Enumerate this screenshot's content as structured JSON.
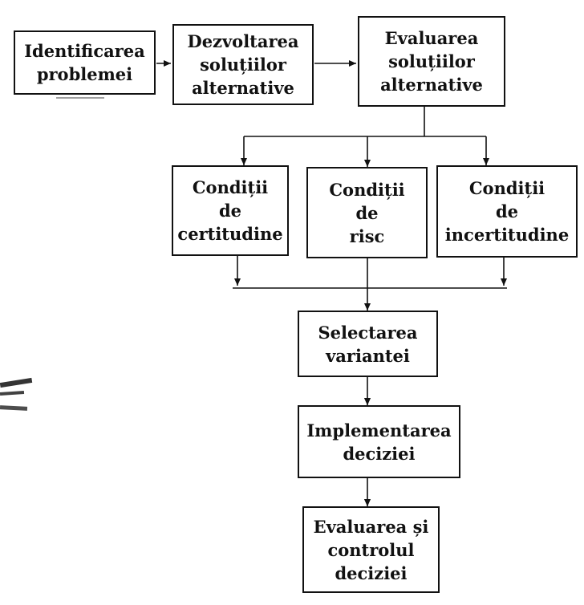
{
  "diagram": {
    "nodes": {
      "identify_problem": "Identificarea\nproblemei",
      "develop_solutions": "Dezvoltarea\nsoluțiilor\nalternative",
      "evaluate_solutions": "Evaluarea\nsoluțiilor\nalternative",
      "certainty": "Condiții\nde\ncertitudine",
      "risk": "Condiții\nde\nrisc",
      "uncertainty": "Condiții\nde\nincertitudine",
      "select_option": "Selectarea\nvariantei",
      "implement_decision": "Implementarea\ndeciziei",
      "evaluate_control": "Evaluarea și\ncontrolul\ndeciziei"
    },
    "edges": [
      {
        "from": "identify_problem",
        "to": "develop_solutions"
      },
      {
        "from": "develop_solutions",
        "to": "evaluate_solutions"
      },
      {
        "from": "evaluate_solutions",
        "to": "certainty"
      },
      {
        "from": "evaluate_solutions",
        "to": "risk"
      },
      {
        "from": "evaluate_solutions",
        "to": "uncertainty"
      },
      {
        "from": "certainty",
        "to": "select_option"
      },
      {
        "from": "risk",
        "to": "select_option"
      },
      {
        "from": "uncertainty",
        "to": "select_option"
      },
      {
        "from": "select_option",
        "to": "implement_decision"
      },
      {
        "from": "implement_decision",
        "to": "evaluate_control"
      }
    ]
  },
  "colors": {
    "line": "#111111",
    "box_border": "#111111",
    "background": "#ffffff"
  }
}
